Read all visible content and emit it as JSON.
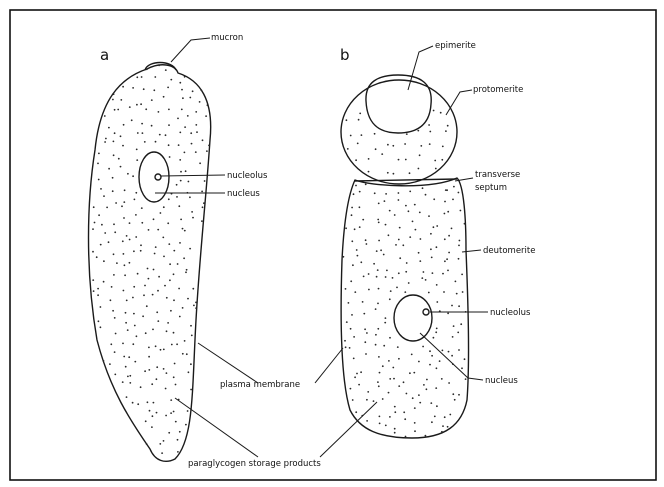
{
  "figure": {
    "panels": [
      {
        "id": "a",
        "letter": "a"
      },
      {
        "id": "b",
        "letter": "b"
      }
    ],
    "labels": {
      "mucron": "mucron",
      "nucleolus_a": "nucleolus",
      "nucleus_a": "nucleus",
      "epimerite": "epimerite",
      "protomerite": "protomerite",
      "transverse_septum_1": "transverse",
      "transverse_septum_2": "septum",
      "deutomerite": "deutomerite",
      "nucleolus_b": "nucleolus",
      "nucleus_b": "nucleus",
      "plasma_membrane": "plasma membrane",
      "paraglycogen": "paraglycogen storage products"
    }
  }
}
